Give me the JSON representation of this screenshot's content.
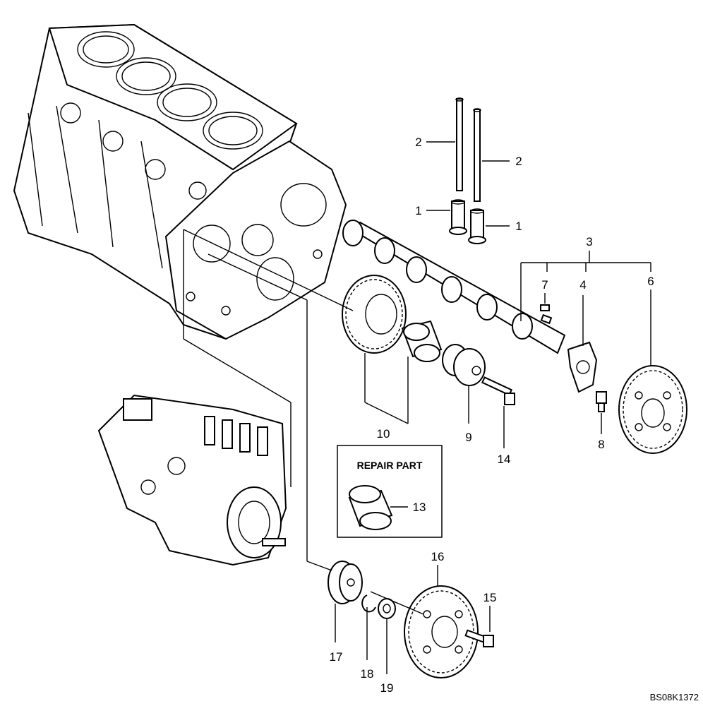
{
  "callouts": {
    "c1a": "1",
    "c1b": "1",
    "c2a": "2",
    "c2b": "2",
    "c3": "3",
    "c4": "4",
    "c6": "6",
    "c7": "7",
    "c8": "8",
    "c9": "9",
    "c10": "10",
    "c13": "13",
    "c14": "14",
    "c15": "15",
    "c16": "16",
    "c17": "17",
    "c18": "18",
    "c19": "19"
  },
  "repair_box": {
    "title": "REPAIR PART"
  },
  "drawing_ref": "BS08K1372",
  "colors": {
    "line": "#000000",
    "background": "#ffffff"
  }
}
